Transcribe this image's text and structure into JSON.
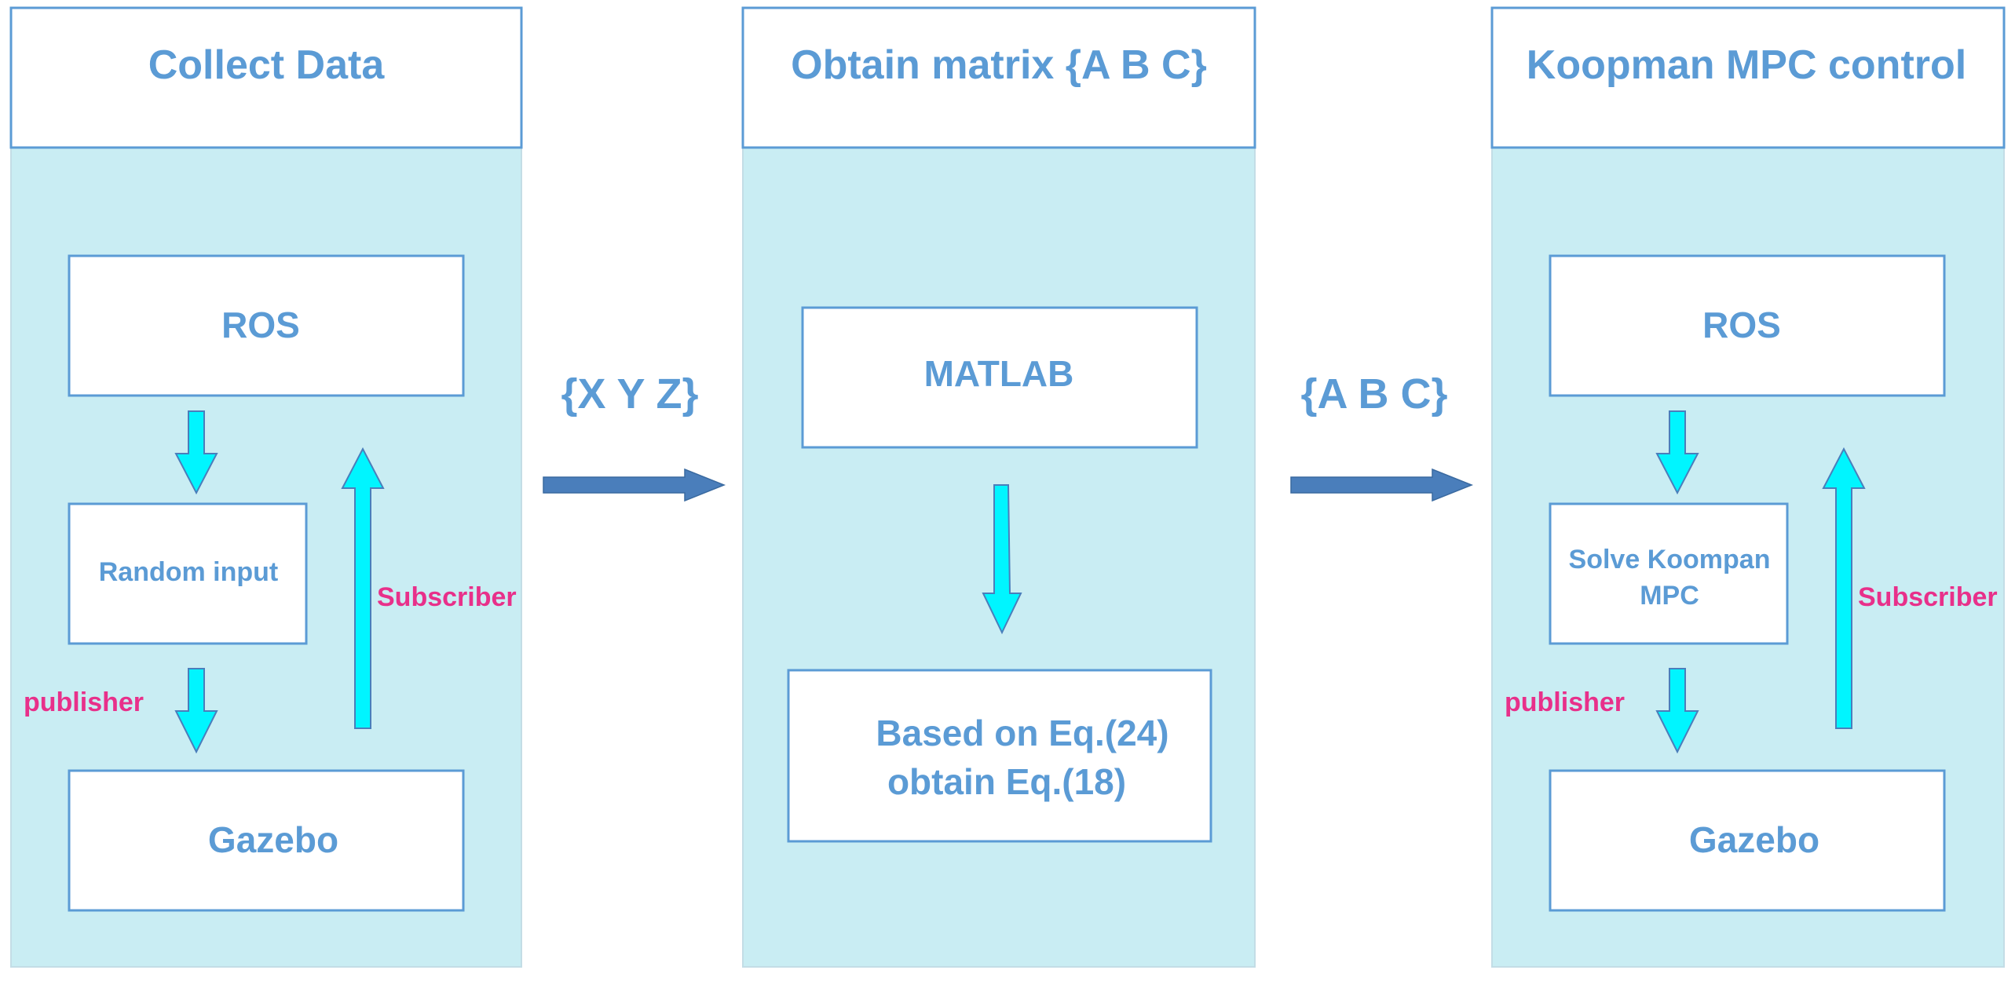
{
  "panels": [
    {
      "title": "Collect Data",
      "top_box": "ROS",
      "mid_box": [
        "Random input"
      ],
      "bottom_box": "Gazebo",
      "publisher_label": "publisher",
      "subscriber_label": "Subscriber"
    },
    {
      "title": "Obtain matrix {A B C}",
      "top_box": "MATLAB",
      "bottom_box": [
        "Based on Eq.(24)",
        "obtain Eq.(18)"
      ]
    },
    {
      "title": "Koopman MPC control",
      "top_box": "ROS",
      "mid_box": [
        "Solve Koompan",
        "MPC"
      ],
      "bottom_box": "Gazebo",
      "publisher_label": "publisher",
      "subscriber_label": "Subscriber"
    }
  ],
  "edges": [
    {
      "label": "{X Y Z}"
    },
    {
      "label": "{A B C}"
    }
  ],
  "colors": {
    "panel_fill": "#c9edf3",
    "box_stroke": "#5b9bd5",
    "text": "#5b9bd5",
    "label_pink": "#e8308a",
    "vertical_arrow": "#00f5ff",
    "horizontal_arrow": "#4a7ebb"
  }
}
